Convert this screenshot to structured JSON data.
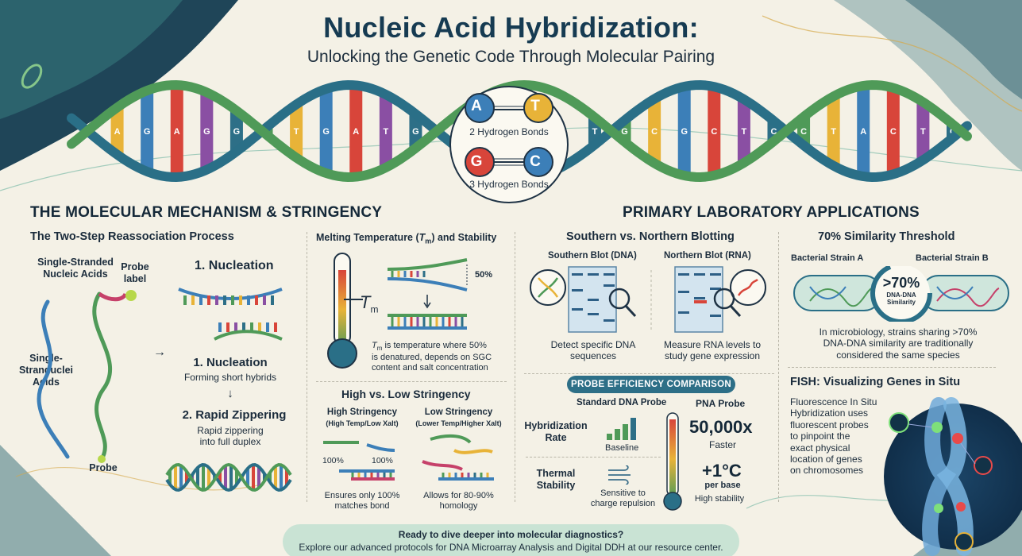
{
  "header": {
    "title": "Nucleic Acid Hybridization:",
    "subtitle": "Unlocking the Genetic Code Through Molecular Pairing"
  },
  "base_pairs": {
    "at": {
      "left": "A",
      "right": "T",
      "label": "2 Hydrogen Bonds"
    },
    "gc": {
      "left": "G",
      "right": "C",
      "label": "3 Hydrogen Bonds"
    }
  },
  "helix_bases": [
    "A",
    "A",
    "G",
    "A",
    "G",
    "G",
    "A",
    "T",
    "G",
    "A",
    "T",
    "G",
    "G",
    "T",
    "A",
    "T",
    "T",
    "T",
    "G",
    "C",
    "G",
    "C",
    "T",
    "C",
    "C",
    "T",
    "A",
    "C",
    "T",
    "C"
  ],
  "mechanism": {
    "section_title": "THE MOLECULAR MECHANISM & STRINGENCY",
    "two_step": {
      "title": "The Two-Step Reassociation Process",
      "single_stranded": "Single-Stranded\nNucleic Acids",
      "probe_label": "Probe\nlabel",
      "single_strand_side": "Single-\nStranduclei\nAcids",
      "probe": "Probe",
      "step1_title": "1. Nucleation",
      "step1b_title": "1. Nucleation",
      "step1b_desc": "Forming short hybrids",
      "step2_title": "2. Rapid Zippering",
      "step2_desc": "Rapid zippering\ninto full duplex"
    },
    "melting": {
      "title_pre": "Melting Temperature (",
      "title_t": "T",
      "title_sub": "m",
      "title_post": ") and Stability",
      "tm_t": "T",
      "tm_sub": "m",
      "percent": "50%",
      "desc_t": "T",
      "desc_sub": "m",
      "desc": " is temperature where 50%\nis denatured, depends on SGC\ncontent and salt concentration"
    },
    "stringency": {
      "title": "High vs. Low Stringency",
      "high_title": "High Stringency",
      "high_sub": "(High Temp/Low Xalt)",
      "low_title": "Low Stringency",
      "low_sub": "(Lower Temp/Higher Xalt)",
      "pct_a": "100%",
      "pct_b": "100%",
      "high_desc": "Ensures only 100%\nmatches bond",
      "low_desc": "Allows for 80-90%\nhomology"
    }
  },
  "applications": {
    "section_title": "PRIMARY LABORATORY APPLICATIONS",
    "blotting": {
      "title": "Southern vs. Northern Blotting",
      "southern": "Southern Blot (DNA)",
      "northern": "Northern Blot (RNA)",
      "southern_desc": "Detect specific DNA\nsequences",
      "northern_desc": "Measure RNA levels to\nstudy gene expression"
    },
    "similarity": {
      "title": "70% Similarity Threshold",
      "strain_a": "Bacterial Strain A",
      "strain_b": "Bacterial Strain B",
      "badge_pct": ">70%",
      "badge_label": "DNA-DNA\nSimilarity",
      "desc": "In microbiology, strains sharing >70%\nDNA-DNA similarity are traditionally\nconsidered the same species"
    },
    "probe_efficiency": {
      "title": "PROBE EFFICIENCY COMPARISON",
      "col_standard": "Standard DNA Probe",
      "col_pna": "PNA Probe",
      "row1": "Hybridization\nRate",
      "row1_standard": "Baseline",
      "row1_pna_value": "50,000x",
      "row1_pna_label": "Faster",
      "row2": "Thermal\nStability",
      "row2_standard": "Sensitive to\ncharge repulsion",
      "row2_pna_value": "+1°C",
      "row2_pna_unit": "per base",
      "row2_pna_label": "High stability"
    },
    "fish": {
      "title": "FISH: Visualizing Genes in Situ",
      "desc": "Fluorescence In Situ\nHybridization uses\nfluorescent probes\nto pinpoint the\nexact physical\nlocation of genes\non chromosomes"
    }
  },
  "cta": {
    "line1": "Ready to dive deeper into molecular diagnostics?",
    "line2": "Explore our advanced protocols for DNA Microarray Analysis and Digital DDH at our resource center."
  },
  "colors": {
    "navy": "#163b52",
    "teal": "#2d6f87",
    "green": "#4f9a58",
    "red": "#d8453a",
    "yellow": "#e8b338",
    "blue": "#3c7fb8",
    "purple": "#8a4fa3"
  }
}
